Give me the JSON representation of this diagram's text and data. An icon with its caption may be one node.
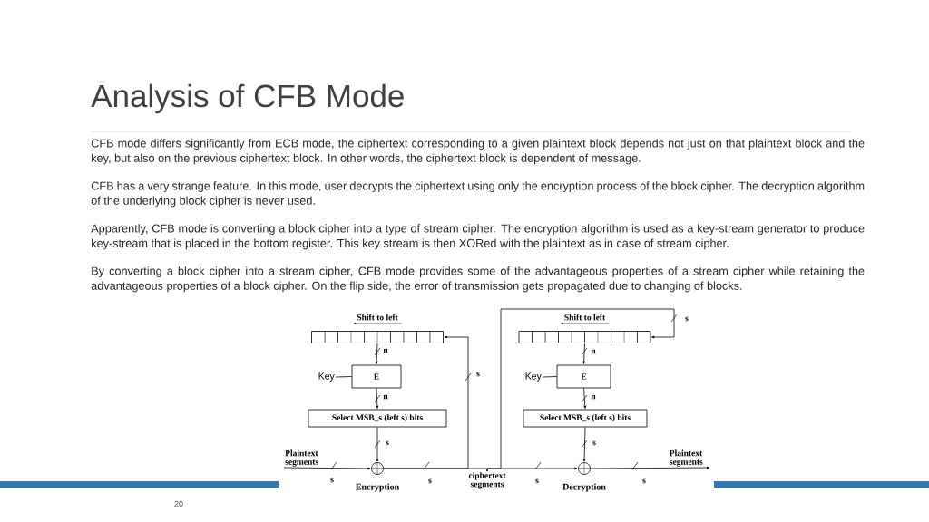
{
  "diagram": {
    "title": "Analysis of CFB Mode",
    "nodes": [
      {
        "text": [],
        "shape": "box",
        "beside": [
          "Shift to left"
        ]
      },
      {
        "text": [
          "E"
        ]
      },
      {
        "text": [
          "Select MSB_s (left s) bits"
        ]
      },
      {
        "text": [],
        "shape": "circle"
      },
      {
        "text": [
          "Key"
        ]
      },
      {
        "text": [
          "Plaintext segments"
        ]
      },
      {
        "text": [
          "ciphertext segments"
        ]
      },
      {
        "text": [],
        "shape": "box",
        "beside": [
          "Shift to left"
        ]
      },
      {
        "text": [
          "E"
        ]
      },
      {
        "text": [
          "Select MSB_s (left s) bits"
        ]
      },
      {
        "text": [],
        "shape": "circle"
      },
      {
        "text": [
          "Key"
        ]
      },
      {
        "text": [
          "Plaintext segments"
        ]
      }
    ],
    "edges": [
      {
        "from": 4,
        "to": 1,
        "arrow": "none"
      },
      {
        "from": 0,
        "to": 1,
        "arrow": "to",
        "label": "n"
      },
      {
        "from": 1,
        "to": 2,
        "arrow": "to",
        "label": "n"
      },
      {
        "from": 2,
        "to": 3,
        "arrow": "to",
        "label": "s"
      },
      {
        "from": 5,
        "to": 3,
        "arrow": "to",
        "label": "s"
      },
      {
        "from": 3,
        "to": 6,
        "arrow": "none",
        "label": "s"
      },
      {
        "from": 3,
        "to": 0,
        "arrow": "to",
        "label": "s"
      },
      {
        "from": 6,
        "to": 10,
        "arrow": "to",
        "label": "s"
      },
      {
        "from": 6,
        "to": 7,
        "arrow": "to",
        "label": "s"
      },
      {
        "from": 11,
        "to": 8,
        "arrow": "none"
      },
      {
        "from": 7,
        "to": 8,
        "arrow": "to",
        "label": "n"
      },
      {
        "from": 8,
        "to": 9,
        "arrow": "to",
        "label": "n"
      },
      {
        "from": 9,
        "to": 10,
        "arrow": "to",
        "label": "s"
      },
      {
        "from": 10,
        "to": 12,
        "arrow": "to",
        "label": "s"
      }
    ],
    "labels": [
      "CFB mode differs significantly from ECB mode, the ciphertext corresponding to a given plaintext block depends not just on that plaintext block and the key, but also on the previous ciphertext block. In other words, the ciphertext block is dependent of message.",
      "CFB has a very strange feature. In this mode, user decrypts the ciphertext using only the encryption process of the block cipher. The decryption algorithm of the underlying block cipher is never used.",
      "Apparently, CFB mode is converting a block cipher into a type of stream cipher. The encryption algorithm is used as a key-stream generator to produce key-stream that is placed in the bottom register. This key stream is then XORed with the plaintext as in case of stream cipher.",
      "By converting a block cipher into a stream cipher, CFB mode provides some of the advantageous  properties of a stream cipher while retaining the advantageous properties of a block cipher.  On the flip side, the error of transmission gets propagated due to changing of blocks.",
      "Encryption",
      "Decryption",
      "20"
    ]
  }
}
